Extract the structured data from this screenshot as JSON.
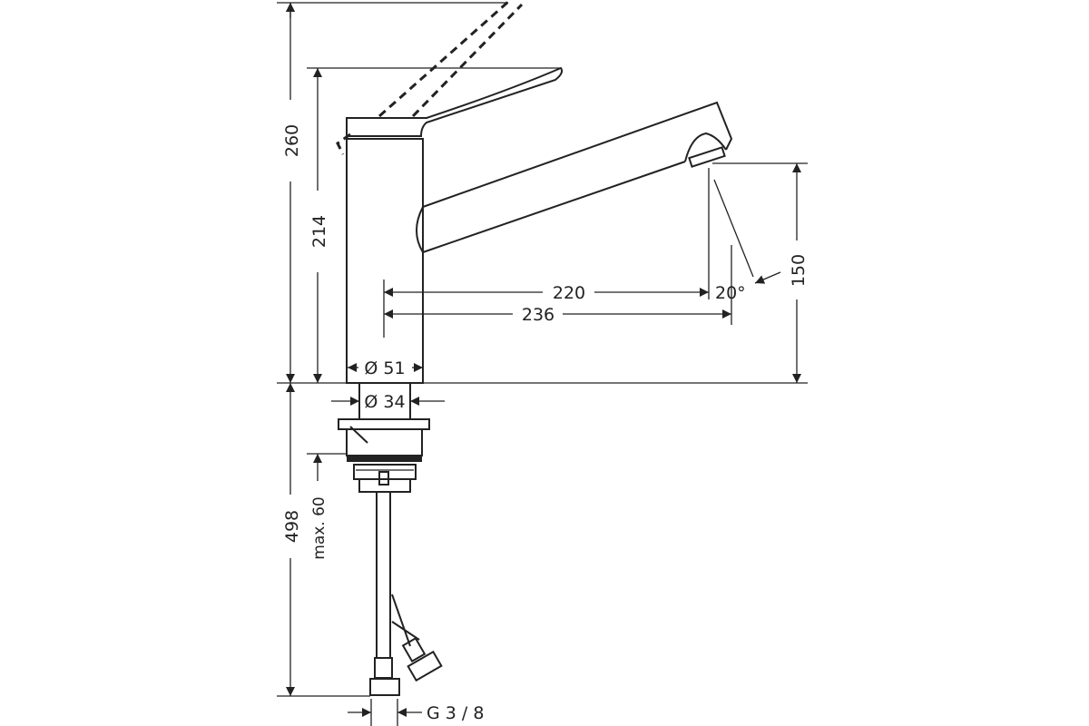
{
  "drawing": {
    "title": "Kitchen mixer tap dimensional drawing",
    "dimensions": {
      "overall_height_with_lever": "260",
      "height_to_lever": "214",
      "spout_reach": "220",
      "spout_reach_total": "236",
      "spout_angle": "20°",
      "spout_outlet_height": "150",
      "body_diameter": "Ø 51",
      "shank_diameter": "Ø 34",
      "below_counter_length": "498",
      "max_counter_thickness": "max. 60",
      "connection_thread": "G 3 / 8"
    },
    "line_color": "#222222"
  }
}
